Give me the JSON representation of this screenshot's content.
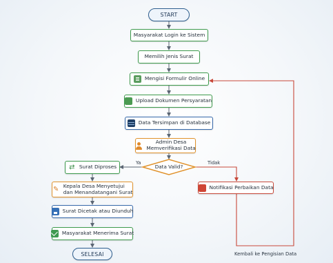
{
  "nodes": {
    "start": "START",
    "login": "Masyarakat Login ke Sistem",
    "pilih": "Memilih Jenis Surat",
    "formulir": "Mengisi Formulir Online",
    "upload": "Upload Dokumen Persyaratan",
    "simpan": "Data Tersimpan di Database",
    "verifikasi_1": "Admin Desa",
    "verifikasi_2": "Memverifikasi Data",
    "decision": "Data Valid?",
    "diproses": "Surat Diproses",
    "kepala_1": "Kepala Desa Menyetujui",
    "kepala_2": "dan Menandatangani Surat",
    "dicetak": "Surat Dicetak atau Diunduh",
    "menerima": "Masyarakat Menerima Surat",
    "selesai": "SELESAI",
    "notifikasi": "Notifikasi Perbaikan Data"
  },
  "labels": {
    "ya": "Ya",
    "tidak": "Tidak",
    "kembali": "Kembali ke Pengisian Data"
  },
  "colors": {
    "green": "#3d9a4c",
    "blue": "#3467a9",
    "orange": "#e0922b",
    "red": "#c84a3b",
    "terminal": "#2f5f8f"
  },
  "icons": {
    "formulir": "document-icon",
    "upload": "cloud-upload-icon",
    "simpan": "database-icon",
    "verifikasi": "user-icon",
    "diproses": "sync-icon",
    "kepala": "pen-icon",
    "dicetak": "printer-icon",
    "menerima": "envelope-icon",
    "notifikasi": "bell-alert-icon"
  }
}
